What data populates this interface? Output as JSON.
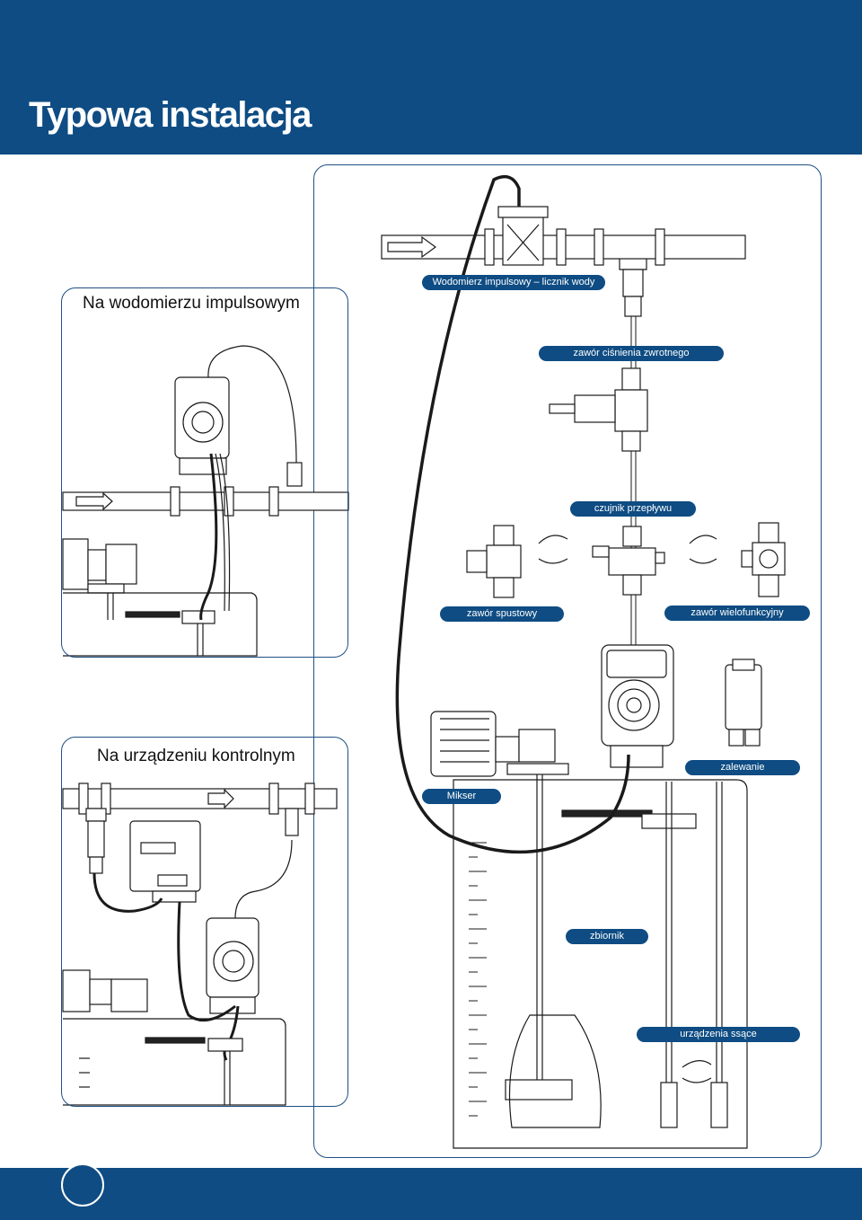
{
  "header": {
    "title": "Typowa instalacja"
  },
  "panels": {
    "impulse_meter": {
      "title": "Na wodomierzu impulsowym"
    },
    "control_device": {
      "title": "Na urządzeniu kontrolnym"
    }
  },
  "labels": {
    "water_meter": "Wodomierz impulsowy – licznik wody",
    "back_pressure_valve": "zawór ciśnienia zwrotnego",
    "flow_sensor": "czujnik przepływu",
    "drain_valve": "zawór spustowy",
    "multifunction_valve": "zawór wielofunkcyjny",
    "priming": "zalewanie",
    "mixer": "Mikser",
    "tank": "zbiornik",
    "suction_devices": "urządzenia ssące"
  },
  "colors": {
    "brand_blue": "#0e4c83",
    "line": "#1a1a1a"
  }
}
